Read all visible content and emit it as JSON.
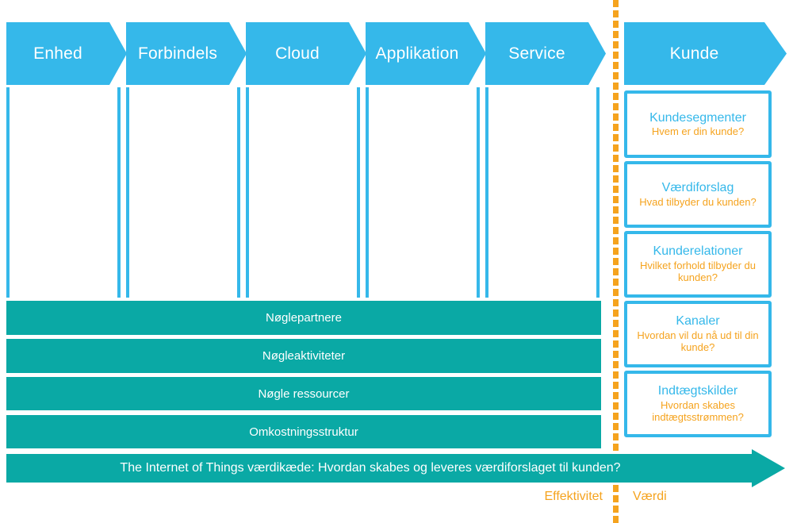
{
  "colors": {
    "blue": "#35b8ea",
    "teal": "#0aa9a5",
    "orange": "#f5a31e",
    "white": "#ffffff"
  },
  "value_chain": {
    "headers": [
      {
        "label": "Enhed"
      },
      {
        "label": "Forbindels"
      },
      {
        "label": "Cloud"
      },
      {
        "label": "Applikation"
      },
      {
        "label": "Service"
      },
      {
        "label": "Kunde"
      }
    ]
  },
  "teal_bars": [
    {
      "label": "Nøglepartnere"
    },
    {
      "label": "Nøgleaktiviteter"
    },
    {
      "label": "Nøgle ressourcer"
    },
    {
      "label": "Omkostningsstruktur"
    }
  ],
  "cards": [
    {
      "title": "Kundesegmenter",
      "subtitle": "Hvem er din kunde?"
    },
    {
      "title": "Værdiforslag",
      "subtitle": "Hvad tilbyder du kunden?"
    },
    {
      "title": "Kunderelationer",
      "subtitle": "Hvilket forhold tilbyder du kunden?"
    },
    {
      "title": "Kanaler",
      "subtitle": "Hvordan vil du nå ud til din kunde?"
    },
    {
      "title": "Indtægtskilder",
      "subtitle": "Hvordan skabes indtægtsstrømmen?"
    }
  ],
  "bottom_arrow": {
    "label": "The Internet of Things værdikæde: Hvordan skabes og leveres værdiforslaget til kunden?"
  },
  "axis_labels": {
    "left": "Effektivitet",
    "right": "Værdi"
  }
}
